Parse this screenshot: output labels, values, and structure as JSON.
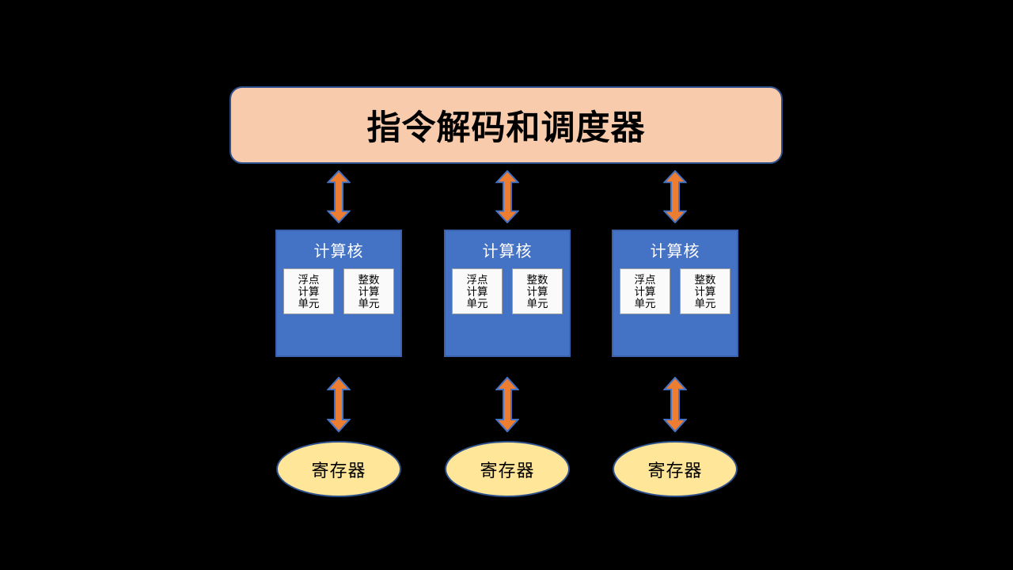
{
  "colors": {
    "bg": "#000000",
    "scheduler_fill": "#F8CBAD",
    "scheduler_border": "#2F528F",
    "core_fill": "#4472C4",
    "core_border": "#3A62AE",
    "unit_fill": "#FAFAFA",
    "unit_border": "#9E9E9E",
    "arrow_fill": "#ED7D31",
    "arrow_border": "#4472C4",
    "register_fill": "#FFE699",
    "register_border": "#2F528F",
    "text_dark": "#000000",
    "text_light": "#FFFFFF"
  },
  "scheduler": {
    "label": "指令解码和调度器"
  },
  "cores": [
    {
      "title": "计算核",
      "units": [
        {
          "lines": [
            "浮点",
            "计算",
            "单元"
          ]
        },
        {
          "lines": [
            "整数",
            "计算",
            "单元"
          ]
        }
      ]
    },
    {
      "title": "计算核",
      "units": [
        {
          "lines": [
            "浮点",
            "计算",
            "单元"
          ]
        },
        {
          "lines": [
            "整数",
            "计算",
            "单元"
          ]
        }
      ]
    },
    {
      "title": "计算核",
      "units": [
        {
          "lines": [
            "浮点",
            "计算",
            "单元"
          ]
        },
        {
          "lines": [
            "整数",
            "计算",
            "单元"
          ]
        }
      ]
    }
  ],
  "registers": [
    {
      "label": "寄存器"
    },
    {
      "label": "寄存器"
    },
    {
      "label": "寄存器"
    }
  ]
}
